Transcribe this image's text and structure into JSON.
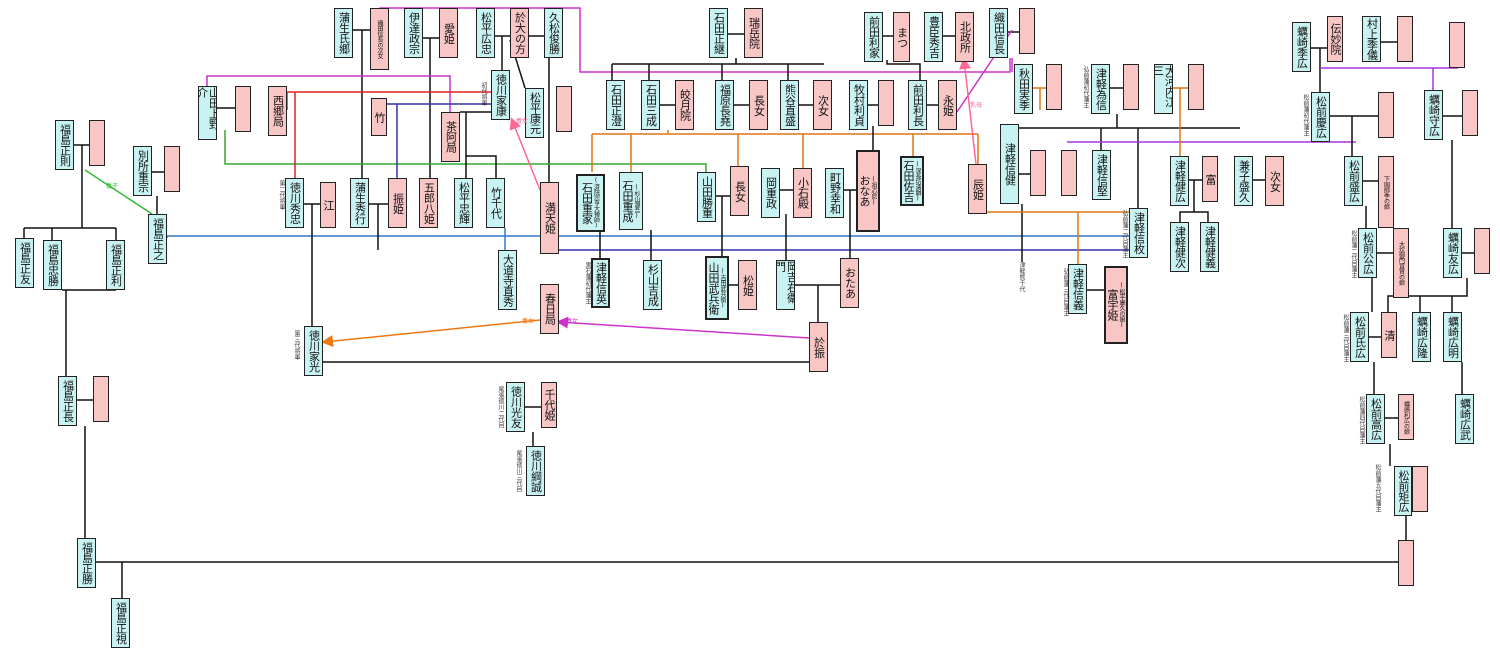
{
  "persons": [
    {
      "id": "gamou-ujisato",
      "name": "蒲生氏郷",
      "sex": "m"
    },
    {
      "id": "oda-jojo",
      "name": "織田信長の次女",
      "sex": "f",
      "small": true
    },
    {
      "id": "date-masamune",
      "name": "伊達政宗",
      "sex": "m"
    },
    {
      "id": "aihime",
      "name": "愛姫",
      "sex": "f"
    },
    {
      "id": "matsudaira-hirotada",
      "name": "松平広忠",
      "sex": "m"
    },
    {
      "id": "odai",
      "name": "於大の方",
      "sex": "f"
    },
    {
      "id": "hisamatsu",
      "name": "久松俊勝",
      "sex": "m"
    },
    {
      "id": "ishida-masatsugu",
      "name": "石田正継",
      "sex": "m"
    },
    {
      "id": "zuigakuin",
      "name": "瑞岳院",
      "sex": "f"
    },
    {
      "id": "maeda-toshiie",
      "name": "前田利家",
      "sex": "m"
    },
    {
      "id": "matsu",
      "name": "まつ",
      "sex": "f"
    },
    {
      "id": "toyotomi",
      "name": "豊臣秀吉",
      "sex": "m"
    },
    {
      "id": "kitanomandokoro",
      "name": "北政所",
      "sex": "f"
    },
    {
      "id": "oda-nobunaga",
      "name": "織田信長",
      "sex": "m"
    },
    {
      "id": "blank-top-1",
      "name": "",
      "sex": "f"
    },
    {
      "id": "kakizaki-suehiro",
      "name": "蠣崎季広",
      "sex": "m"
    },
    {
      "id": "denmyoin",
      "name": "伝妙院",
      "sex": "f"
    },
    {
      "id": "murakami",
      "name": "村上季儀",
      "sex": "m"
    },
    {
      "id": "blank-top-2",
      "name": "",
      "sex": "f"
    },
    {
      "id": "blank-top-3",
      "name": "",
      "sex": "f"
    },
    {
      "id": "yamada-kozukenosuke",
      "name": "山田上野介",
      "sex": "m"
    },
    {
      "id": "blank-yamada",
      "name": "",
      "sex": "f"
    },
    {
      "id": "saigo",
      "name": "西郷局",
      "sex": "f"
    },
    {
      "id": "take",
      "name": "竹",
      "sex": "f"
    },
    {
      "id": "tokugawa-ieyasu",
      "name": "徳川家康",
      "sex": "m"
    },
    {
      "id": "chaanokyoku",
      "name": "茶阿局",
      "sex": "f"
    },
    {
      "id": "matsudaira-yasumoto",
      "name": "松平康元",
      "sex": "m"
    },
    {
      "id": "blank-yasumoto",
      "name": "",
      "sex": "f"
    },
    {
      "id": "ishida-masazumi",
      "name": "石田正澄",
      "sex": "m"
    },
    {
      "id": "ishida-mitsunari",
      "name": "石田三成",
      "sex": "m"
    },
    {
      "id": "kogetsuin",
      "name": "皎月院",
      "sex": "f"
    },
    {
      "id": "fukuhara",
      "name": "福原長堯",
      "sex": "m"
    },
    {
      "id": "chojo",
      "name": "長女",
      "sex": "f"
    },
    {
      "id": "kumagai",
      "name": "熊谷直盛",
      "sex": "m"
    },
    {
      "id": "jijo",
      "name": "次女",
      "sex": "f"
    },
    {
      "id": "makimura",
      "name": "牧村利貞",
      "sex": "m"
    },
    {
      "id": "blank-makimura",
      "name": "",
      "sex": "f"
    },
    {
      "id": "maeda-toshinaga",
      "name": "前田利長",
      "sex": "m"
    },
    {
      "id": "eihime",
      "name": "永姫",
      "sex": "f"
    },
    {
      "id": "akita",
      "name": "秋田実季",
      "sex": "m"
    },
    {
      "id": "blank-akita",
      "name": "",
      "sex": "f"
    },
    {
      "id": "tsugaru-tamenobu",
      "name": "津軽為信",
      "sex": "m"
    },
    {
      "id": "blank-tamenobu",
      "name": "",
      "sex": "f"
    },
    {
      "id": "okochi",
      "name": "大河内江三",
      "sex": "m"
    },
    {
      "id": "blank-okochi",
      "name": "",
      "sex": "f"
    },
    {
      "id": "matsumae-yoshihiro",
      "name": "松前慶広",
      "sex": "m"
    },
    {
      "id": "blank-yoshihiro",
      "name": "",
      "sex": "f"
    },
    {
      "id": "kakizaki-morihiro",
      "name": "蠣崎守広",
      "sex": "m"
    },
    {
      "id": "blank-morihiro",
      "name": "",
      "sex": "f"
    },
    {
      "id": "fukushima-masanori",
      "name": "福島正則",
      "sex": "m"
    },
    {
      "id": "blank-masanori",
      "name": "",
      "sex": "f"
    },
    {
      "id": "bessho",
      "name": "別所重宗",
      "sex": "m"
    },
    {
      "id": "blank-bessho",
      "name": "",
      "sex": "f"
    },
    {
      "id": "fukushima-masayuki",
      "name": "福島正之",
      "sex": "m"
    },
    {
      "id": "tokugawa-hidetada",
      "name": "徳川秀忠",
      "sex": "m"
    },
    {
      "id": "go",
      "name": "江",
      "sex": "f"
    },
    {
      "id": "gamou-hideyuki",
      "name": "蒲生秀行",
      "sex": "m"
    },
    {
      "id": "furihime",
      "name": "振姫",
      "sex": "f"
    },
    {
      "id": "gorohachihime",
      "name": "五郎八姫",
      "sex": "f"
    },
    {
      "id": "matsudaira-tadateru",
      "name": "松平忠輝",
      "sex": "m"
    },
    {
      "id": "takechiyo",
      "name": "竹千代",
      "sex": "m",
      "plain": true
    },
    {
      "id": "mantenhime",
      "name": "満天姫",
      "sex": "f"
    },
    {
      "id": "ishida-shigeie",
      "name": "石田重家",
      "sex": "m",
      "bold": true,
      "sub": "済院宗亨大禅師"
    },
    {
      "id": "ishida-shigenari",
      "name": "石田重成",
      "sex": "m",
      "sub": "杉山源吾"
    },
    {
      "id": "yamada-katsushige",
      "name": "山田勝重",
      "sex": "m"
    },
    {
      "id": "chojo2",
      "name": "長女",
      "sex": "f"
    },
    {
      "id": "oka-shigemasa",
      "name": "岡重政",
      "sex": "m"
    },
    {
      "id": "koishidono",
      "name": "小石殿",
      "sex": "f"
    },
    {
      "id": "machino",
      "name": "町野幸和",
      "sex": "m"
    },
    {
      "id": "onaa",
      "name": "おなあ",
      "sex": "f",
      "bold": true,
      "sub": "祖心尼"
    },
    {
      "id": "ishida-sakichi",
      "name": "石田佐吉",
      "sex": "m",
      "bold": true,
      "sub": "深長坊清韻"
    },
    {
      "id": "tatsuhime",
      "name": "辰姫",
      "sex": "f"
    },
    {
      "id": "tsugaru-nobutake",
      "name": "津軽信健",
      "sex": "m"
    },
    {
      "id": "blank-nobutake",
      "name": "",
      "sex": "f"
    },
    {
      "id": "blank-nobutake2",
      "name": "",
      "sex": "f"
    },
    {
      "id": "tsugaru-nobukata",
      "name": "津軽信堅",
      "sex": "m"
    },
    {
      "id": "tsugaru-kenko",
      "name": "津軽健広",
      "sex": "m"
    },
    {
      "id": "tomi",
      "name": "富",
      "sex": "f"
    },
    {
      "id": "kaneko",
      "name": "兼子盛久",
      "sex": "m"
    },
    {
      "id": "jijo2",
      "name": "次女",
      "sex": "f"
    },
    {
      "id": "matsumae-morihiro",
      "name": "松前盛広",
      "sex": "m"
    },
    {
      "id": "shimokuni-daughter",
      "name": "下国師季の娘",
      "sex": "f",
      "small": true
    },
    {
      "id": "fukushima-masatomo",
      "name": "福島正友",
      "sex": "m"
    },
    {
      "id": "fukushima-tadakatsu",
      "name": "福島忠勝",
      "sex": "m"
    },
    {
      "id": "fukushima-masatoshi",
      "name": "福島正利",
      "sex": "m"
    },
    {
      "id": "daido",
      "name": "大道寺直秀",
      "sex": "m"
    },
    {
      "id": "tsugaru-nobuhide",
      "name": "津軽信英",
      "sex": "m",
      "bold": true
    },
    {
      "id": "sugiyama",
      "name": "杉山吉成",
      "sex": "m"
    },
    {
      "id": "yamada-buhe",
      "name": "山田武兵衛",
      "sex": "m",
      "bold": true,
      "sub": "吉田武兵衛"
    },
    {
      "id": "matsuhime",
      "name": "松姫",
      "sex": "f"
    },
    {
      "id": "okayoshi",
      "name": "岡吉右衛門",
      "sex": "m"
    },
    {
      "id": "otaa",
      "name": "おたあ",
      "sex": "f"
    },
    {
      "id": "tsugaru-nobuhira",
      "name": "津軽信枚",
      "sex": "m"
    },
    {
      "id": "tsugaru-kenji",
      "name": "津軽健次",
      "sex": "m"
    },
    {
      "id": "tsugaru-kengi",
      "name": "津軽健義",
      "sex": "m"
    },
    {
      "id": "matsumae-kimihiro",
      "name": "松前公広",
      "sex": "m"
    },
    {
      "id": "ogimachi-daughter",
      "name": "大炊御門資賢の娘",
      "sex": "f",
      "small": true
    },
    {
      "id": "kakizaki-tomohiro",
      "name": "蠣崎友広",
      "sex": "m"
    },
    {
      "id": "blank-tomohiro",
      "name": "",
      "sex": "f"
    },
    {
      "id": "kasugano",
      "name": "春日局",
      "sex": "f"
    },
    {
      "id": "tsugaru-nobuyoshi",
      "name": "津軽信義",
      "sex": "m"
    },
    {
      "id": "tomiyahime",
      "name": "富宇姫",
      "sex": "f",
      "bold": true,
      "sub": "松平康久の娘"
    },
    {
      "id": "tokugawa-iemitsu",
      "name": "徳川家光",
      "sex": "m"
    },
    {
      "id": "ofuri",
      "name": "於振",
      "sex": "f"
    },
    {
      "id": "matsumae-ujihiro",
      "name": "松前氏広",
      "sex": "m"
    },
    {
      "id": "kiyo",
      "name": "清",
      "sex": "f"
    },
    {
      "id": "kakizaki-hirotaka",
      "name": "蠣崎広隆",
      "sex": "m"
    },
    {
      "id": "kakizaki-hiroaki",
      "name": "蠣崎広明",
      "sex": "m"
    },
    {
      "id": "fukushima-masanaga",
      "name": "福島正長",
      "sex": "m"
    },
    {
      "id": "blank-masanaga",
      "name": "",
      "sex": "f"
    },
    {
      "id": "tokugawa-mitsutomo",
      "name": "徳川光友",
      "sex": "m"
    },
    {
      "id": "chiyohime",
      "name": "千代姫",
      "sex": "f"
    },
    {
      "id": "matsumae-takahiro",
      "name": "松前高広",
      "sex": "m"
    },
    {
      "id": "kakizaki-toshihiro-daughter",
      "name": "蠣崎利広の娘",
      "sex": "f",
      "small": true
    },
    {
      "id": "kakizaki-hirotake",
      "name": "蠣崎広武",
      "sex": "m"
    },
    {
      "id": "tokugawa-tsunanari",
      "name": "徳川綱誠",
      "sex": "m"
    },
    {
      "id": "matsumae-norihiro",
      "name": "松前矩広",
      "sex": "m"
    },
    {
      "id": "blank-norihiro",
      "name": "",
      "sex": "f"
    },
    {
      "id": "fukushima-masakatsu",
      "name": "福島正勝",
      "sex": "m"
    },
    {
      "id": "blank-masakatsu",
      "name": "",
      "sex": "f"
    },
    {
      "id": "fukushima-masami",
      "name": "福島正視",
      "sex": "m"
    }
  ],
  "notes": [
    {
      "id": "n-ieyasu",
      "text": "初代将軍"
    },
    {
      "id": "n-hidetada",
      "text": "第二代将軍"
    },
    {
      "id": "n-iemitsu",
      "text": "第三代将軍"
    },
    {
      "id": "n-nobuhide",
      "text": "黒石藩初代藩主"
    },
    {
      "id": "n-tamenobu",
      "text": "弘前藩初代藩主"
    },
    {
      "id": "n-nobuhira",
      "text": "弘前藩二代目藩主"
    },
    {
      "id": "n-nobuyoshi",
      "text": "弘前藩三代目藩主"
    },
    {
      "id": "n-yoshihiro",
      "text": "松前藩初代藩主"
    },
    {
      "id": "n-kimihiro",
      "text": "松前藩二代目藩主"
    },
    {
      "id": "n-ujihiro",
      "text": "松前藩三代目藩主"
    },
    {
      "id": "n-takahiro",
      "text": "松前藩四代目藩主"
    },
    {
      "id": "n-norihiro",
      "text": "松前藩五代目藩主"
    },
    {
      "id": "n-mitsutomo",
      "text": "尾張徳川二代目"
    },
    {
      "id": "n-tsunanari",
      "text": "尾張徳川三代目"
    },
    {
      "id": "n-kumachiyo",
      "text": "津軽熊千代"
    }
  ],
  "edge_labels": [
    {
      "id": "e-yoshi",
      "text": "養子"
    },
    {
      "id": "e-yojo",
      "text": "養女"
    },
    {
      "id": "e-yojo2",
      "text": "養女"
    },
    {
      "id": "e-yojo3",
      "text": "養女"
    },
    {
      "id": "e-uba",
      "text": "乳母"
    }
  ]
}
